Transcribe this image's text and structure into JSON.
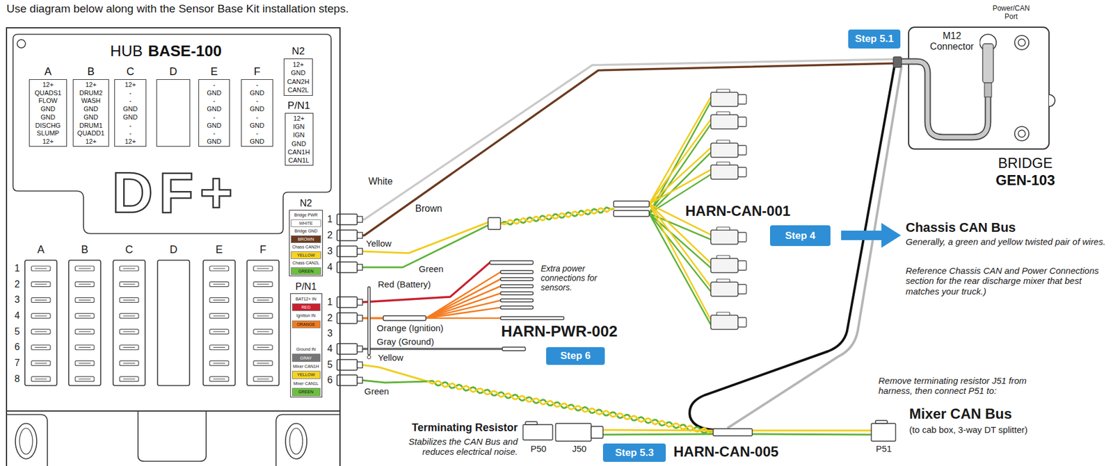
{
  "diagram": {
    "title": "Use diagram below along with the Sensor Base Kit installation steps.",
    "nodes": [
      {
        "text": [
          "HUB",
          "BASE-100"
        ]
      },
      {
        "text": [
          "A",
          "12+",
          "QUADS1",
          "FLOW",
          "GND",
          "GND",
          "DISCHG",
          "SLUMP",
          "12+"
        ],
        "in": 0
      },
      {
        "text": [
          "B",
          "12+",
          "DRUM2",
          "WASH",
          "GND",
          "GND",
          "DRUM1",
          "QUADD1",
          "12+"
        ],
        "in": 0
      },
      {
        "text": [
          "C",
          "12+",
          "-",
          "-",
          "GND",
          "GND",
          "-",
          "-",
          "12+"
        ],
        "in": 0
      },
      {
        "text": [
          "D"
        ],
        "in": 0
      },
      {
        "text": [
          "E",
          "-",
          "GND",
          "-",
          "GND",
          "-",
          "GND",
          "-",
          "GND"
        ],
        "in": 0
      },
      {
        "text": [
          "F",
          "-",
          "GND",
          "-",
          "GND",
          "-",
          "GND",
          "-",
          "GND"
        ],
        "in": 0
      },
      {
        "text": [
          "N2",
          "12+",
          "GND",
          "CAN2H",
          "CAN2L"
        ],
        "in": 0
      },
      {
        "text": [
          "P/N1",
          "12+",
          "IGN",
          "IGN",
          "GND",
          "CAN1H",
          "CAN1L"
        ],
        "in": 0
      },
      {
        "text": [
          "N2",
          "Bridge PWR",
          "WHITE",
          "Bridge GND",
          "BROWN",
          "Chass CAN2H",
          "YELLOW",
          "Chass CAN2L",
          "GREEN"
        ],
        "in": 0
      },
      {
        "text": [
          "P/N1",
          "BAT12+ IN",
          "RED",
          "Ignition IN",
          "ORANGE",
          "Ground IN",
          "GRAY",
          "Mixer CAN1H",
          "YELLOW",
          "Mixer CAN1L",
          "GREEN"
        ],
        "in": 0
      },
      {
        "text": [
          "Step 5.1"
        ]
      },
      {
        "text": [
          "BRIDGE",
          "GEN-103"
        ]
      },
      {
        "text": [
          "Step 4"
        ]
      },
      {
        "text": [
          "Step 6"
        ]
      },
      {
        "text": [
          "Step 5.3"
        ]
      }
    ],
    "edges": [
      {
        "from": 0,
        "to": 12,
        "arrow": "none",
        "label": "White"
      },
      {
        "from": 0,
        "to": 12,
        "arrow": "none",
        "label": "Brown"
      }
    ],
    "labels": [
      "Power/CAN Port",
      "M12 Connector",
      "DF+",
      "A",
      "B",
      "C",
      "D",
      "E",
      "F",
      "1",
      "2",
      "3",
      "4",
      "5",
      "6",
      "7",
      "8",
      "1",
      "2",
      "3",
      "4",
      "Yellow",
      "Green",
      "HARN-CAN-001",
      "Chassis CAN Bus",
      "Generally, a green and yellow twisted pair of wires.",
      "Reference Chassis CAN and Power Connections section for the rear discharge mixer that best matches your truck.)",
      "1",
      "2",
      "3",
      "4",
      "5",
      "6",
      "Red (Battery)",
      "Extra power connections for sensors.",
      "Orange (Ignition)",
      "HARN-PWR-002",
      "Gray (Ground)",
      "Yellow",
      "Green",
      "Remove terminating resistor J51 from harness, then connect P51 to:",
      "Mixer CAN Bus",
      "(to cab box, 3-way DT splitter)",
      "Terminating Resistor",
      "Stabilizes the CAN Bus and reduces electrical noise.",
      "P50",
      "J50",
      "HARN-CAN-005",
      "P51"
    ]
  }
}
